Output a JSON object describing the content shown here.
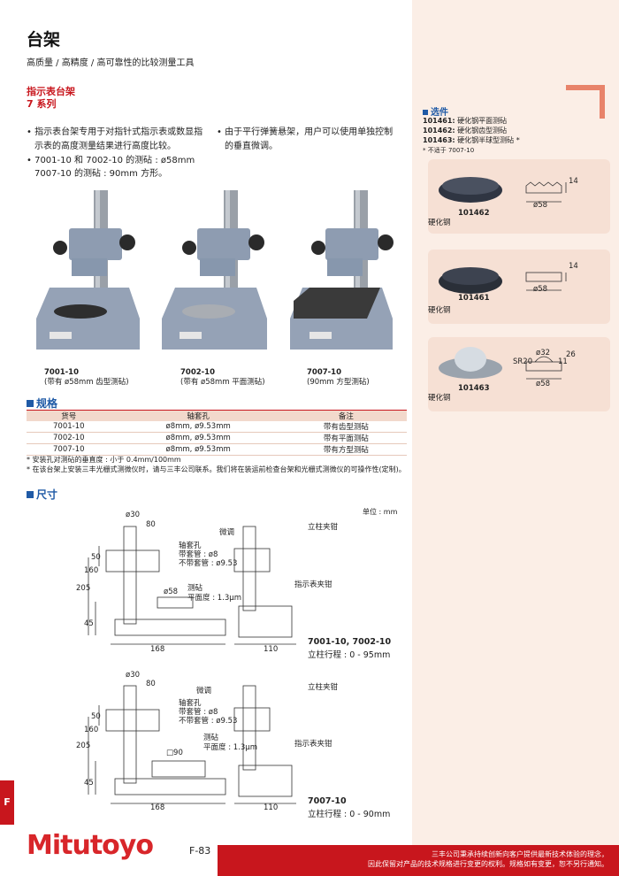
{
  "header": {
    "title": "台架",
    "subtitle": "高质量 / 高精度 / 高可靠性的比较测量工具"
  },
  "series": {
    "name": "指示表台架",
    "label": "7 系列"
  },
  "bullets": {
    "b1": "• 指示表台架专用于对指针式指示表或数显指",
    "b1b": "示表的高度测量结果进行高度比较。",
    "b2": "• 7001-10 和 7002-10 的测砧 : ø58mm",
    "b2b": "7007-10 的测砧 : 90mm 方形。",
    "b3": "• 由于平行弹簧悬架，用户可以使用单独控制",
    "b3b": "的垂直微调。"
  },
  "products": [
    {
      "code": "7001-10",
      "desc": "(带有 ø58mm 齿型测砧)"
    },
    {
      "code": "7002-10",
      "desc": "(带有 ø58mm 平面测砧)"
    },
    {
      "code": "7007-10",
      "desc": "(90mm 方型测砧)"
    }
  ],
  "spec": {
    "heading": "规格",
    "headers": [
      "货号",
      "轴套孔",
      "备注"
    ],
    "rows": [
      [
        "7001-10",
        "ø8mm, ø9.53mm",
        "带有齿型测砧"
      ],
      [
        "7002-10",
        "ø8mm, ø9.53mm",
        "带有平面测砧"
      ],
      [
        "7007-10",
        "ø8mm, ø9.53mm",
        "带有方型测砧"
      ]
    ],
    "note1": "* 安装孔对测砧的垂直度 : 小于 0.4mm/100mm",
    "note2": "* 在该台架上安装三丰光栅式测微仪时，请与三丰公司联系。我们将在装运前检查台架和光栅式测微仪的可操作性(定制)。"
  },
  "dimensions": {
    "heading": "尺寸",
    "unit": "单位 : mm",
    "d1": {
      "phi30": "ø30",
      "w80": "80",
      "fine": "微调",
      "clamp": "立柱夹钳",
      "sleeve": "轴套孔",
      "with_serr": "带套管 : ø8",
      "without_serr": "不带套管 : ø9.53",
      "h50": "50",
      "h160": "160",
      "h205": "205",
      "h45": "45",
      "phi58": "ø58",
      "anvil": "测砧",
      "flat": "平面度 : 1.3μm",
      "w168": "168",
      "w110": "110",
      "holder": "指示表夹钳",
      "model": "7001-10, 7002-10",
      "travel": "立柱行程 : 0 - 95mm"
    },
    "d2": {
      "phi30": "ø30",
      "w80": "80",
      "fine": "微调",
      "clamp": "立柱夹钳",
      "sleeve": "轴套孔",
      "with_serr": "带套管 : ø8",
      "without_serr": "不带套管 : ø9.53",
      "h50": "50",
      "h160": "160",
      "h205": "205",
      "h45": "45",
      "sq90": "□90",
      "anvil": "测砧",
      "flat": "平面度 : 1.3μm",
      "w168": "168",
      "w110": "110",
      "holder": "指示表夹钳",
      "model": "7007-10",
      "travel": "立柱行程 : 0 - 90mm"
    }
  },
  "options": {
    "heading": "选件",
    "list": [
      {
        "code": "101461:",
        "desc": "硬化钢平面测砧"
      },
      {
        "code": "101462:",
        "desc": "硬化钢齿型测砧"
      },
      {
        "code": "101463:",
        "desc": "硬化钢半球型测砧 *"
      }
    ],
    "note": "* 不适于 7007-10",
    "items": [
      {
        "code": "101462",
        "material": "硬化钢",
        "d1": "14",
        "d2": "ø58"
      },
      {
        "code": "101461",
        "material": "硬化钢",
        "d1": "14",
        "d2": "ø58"
      },
      {
        "code": "101463",
        "material": "硬化钢",
        "d1": "ø32",
        "d2": "SR20",
        "d3": "11",
        "d4": "26",
        "d5": "ø58"
      }
    ]
  },
  "footer": {
    "logo": "Mitutoyo",
    "page": "F-83",
    "tab": "F",
    "note1": "三丰公司秉承持续创新向客户提供最新技术体验的理念，",
    "note2": "因此保留对产品的技术规格进行变更的权利。规格如有变更，恕不另行通知。"
  },
  "colors": {
    "accent": "#c8161d",
    "section": "#1f5aa6",
    "sidebar": "#fbeee6"
  }
}
